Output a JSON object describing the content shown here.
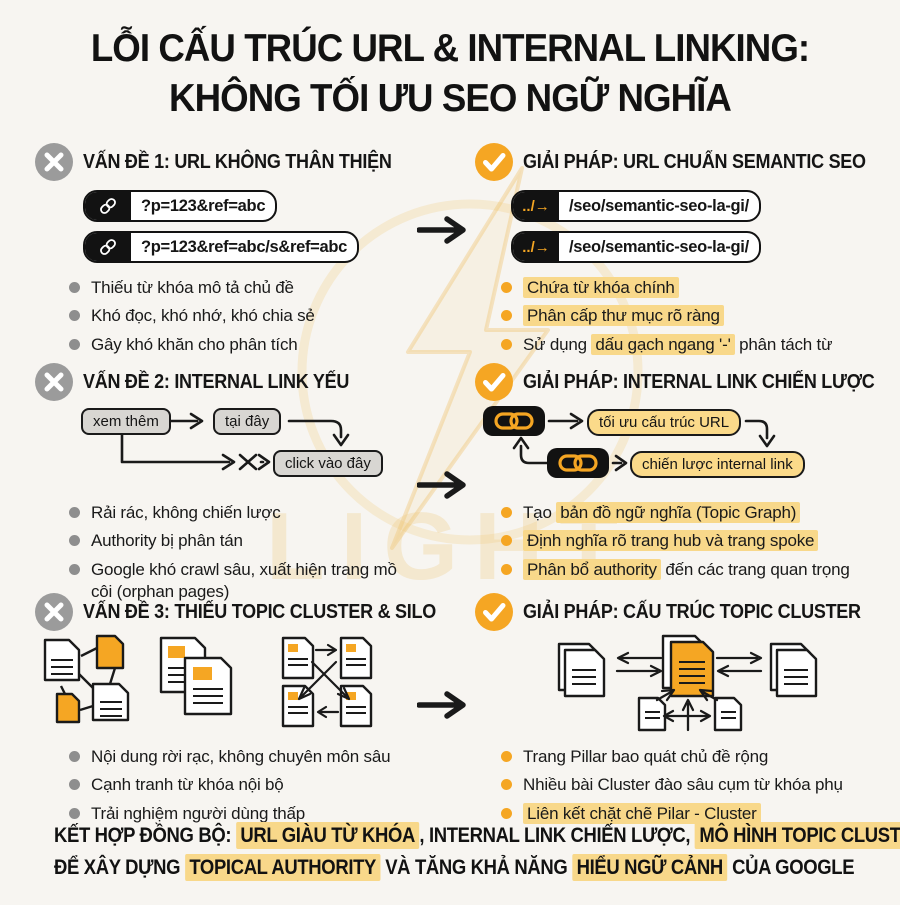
{
  "title": {
    "line1": "LỖI CẤU TRÚC URL & INTERNAL LINKING:",
    "line2": "KHÔNG TỐI ƯU SEO NGỮ NGHĨA"
  },
  "watermark": {
    "brand": "LIGHT"
  },
  "colors": {
    "accent_orange": "#F5A623",
    "highlight": "#F8D88A",
    "problem_gray": "#9B9B9B",
    "ink": "#151515",
    "background": "#F7F5F1",
    "gray_box": "#D8D6D2",
    "yellow_pill": "#FBDA8A"
  },
  "icons": {
    "problem": "x-circle-icon",
    "solution": "check-circle-icon",
    "url_pill": "chain-link-icon",
    "flow": "arrow-right-icon"
  },
  "sections": [
    {
      "problem": {
        "heading": "VẤN ĐỀ 1: URL KHÔNG THÂN THIỆN",
        "urls": [
          "?p=123&ref=abc",
          "?p=123&ref=abc/s&ref=abc"
        ],
        "bullets": [
          {
            "segments": [
              {
                "t": "Thiếu từ khóa mô tả chủ đề",
                "h": false
              }
            ]
          },
          {
            "segments": [
              {
                "t": "Khó đọc, khó nhớ, khó chia sẻ",
                "h": false
              }
            ]
          },
          {
            "segments": [
              {
                "t": "Gây khó khăn cho phân tích",
                "h": false
              }
            ]
          }
        ]
      },
      "solution": {
        "heading": "GIẢI PHÁP: URL CHUẨN SEMANTIC SEO",
        "url_prefix": "../→",
        "urls": [
          "/seo/semantic-seo-la-gi/",
          "/seo/semantic-seo-la-gi/"
        ],
        "bullets": [
          {
            "segments": [
              {
                "t": "Chứa từ khóa chính",
                "h": true
              }
            ]
          },
          {
            "segments": [
              {
                "t": "Phân cấp thư mục rõ ràng",
                "h": true
              }
            ]
          },
          {
            "segments": [
              {
                "t": "Sử dụng ",
                "h": false
              },
              {
                "t": "dấu gạch ngang '-'",
                "h": true
              },
              {
                "t": " phân tách từ",
                "h": false
              }
            ]
          }
        ]
      }
    },
    {
      "problem": {
        "heading": "VẤN ĐỀ 2: INTERNAL LINK YẾU",
        "diagram": {
          "label_a": "xem thêm",
          "label_b": "tại đây",
          "label_c": "click vào đây"
        },
        "bullets": [
          {
            "segments": [
              {
                "t": "Rải rác, không chiến lược",
                "h": false
              }
            ]
          },
          {
            "segments": [
              {
                "t": "Authority bị phân tán",
                "h": false
              }
            ]
          },
          {
            "segments": [
              {
                "t": "Google khó crawl sâu, xuất hiện trang mồ côi (orphan pages)",
                "h": false
              }
            ]
          }
        ]
      },
      "solution": {
        "heading": "GIẢI PHÁP: INTERNAL LINK CHIẾN LƯỢC",
        "diagram": {
          "label_a": "tối ưu cấu trúc URL",
          "label_b": "chiến lược internal link"
        },
        "bullets": [
          {
            "segments": [
              {
                "t": "Tạo ",
                "h": false
              },
              {
                "t": "bản đồ ngữ nghĩa (Topic Graph)",
                "h": true
              }
            ]
          },
          {
            "segments": [
              {
                "t": "Định nghĩa rõ trang hub và trang spoke",
                "h": true
              }
            ]
          },
          {
            "segments": [
              {
                "t": "Phân bổ authority",
                "h": true
              },
              {
                "t": " đến các trang quan trọng",
                "h": false
              }
            ]
          }
        ]
      }
    },
    {
      "problem": {
        "heading": "VẤN ĐỀ 3: THIẾU TOPIC CLUSTER & SILO",
        "bullets": [
          {
            "segments": [
              {
                "t": "Nội dung rời rạc, không chuyên môn sâu",
                "h": false
              }
            ]
          },
          {
            "segments": [
              {
                "t": "Cạnh tranh từ khóa nội bộ",
                "h": false
              }
            ]
          },
          {
            "segments": [
              {
                "t": "Trải nghiệm người dùng thấp",
                "h": false
              }
            ]
          }
        ]
      },
      "solution": {
        "heading": "GIẢI PHÁP: CẤU TRÚC TOPIC CLUSTER",
        "bullets": [
          {
            "segments": [
              {
                "t": "Trang Pillar bao quát chủ đề rộng",
                "h": false
              }
            ]
          },
          {
            "segments": [
              {
                "t": "Nhiều bài Cluster đào sâu cụm từ khóa phụ",
                "h": false
              }
            ]
          },
          {
            "segments": [
              {
                "t": "Liên kết chặt chẽ Pilar - Cluster",
                "h": true
              }
            ]
          }
        ]
      }
    }
  ],
  "footer": {
    "line1": {
      "segments": [
        {
          "t": "KẾT HỢP ĐỒNG BỘ: ",
          "h": false
        },
        {
          "t": "URL GIÀU TỪ KHÓA",
          "h": true
        },
        {
          "t": ", INTERNAL LINK CHIẾN LƯỢC, ",
          "h": false
        },
        {
          "t": "MÔ HÌNH TOPIC CLUSTER",
          "h": true
        }
      ]
    },
    "line2": {
      "segments": [
        {
          "t": "ĐỂ XÂY DỰNG ",
          "h": false
        },
        {
          "t": "TOPICAL AUTHORITY",
          "h": true
        },
        {
          "t": " VÀ TĂNG KHẢ NĂNG ",
          "h": false
        },
        {
          "t": "HIỂU NGỮ CẢNH",
          "h": true
        },
        {
          "t": " CỦA GOOGLE",
          "h": false
        }
      ]
    }
  }
}
